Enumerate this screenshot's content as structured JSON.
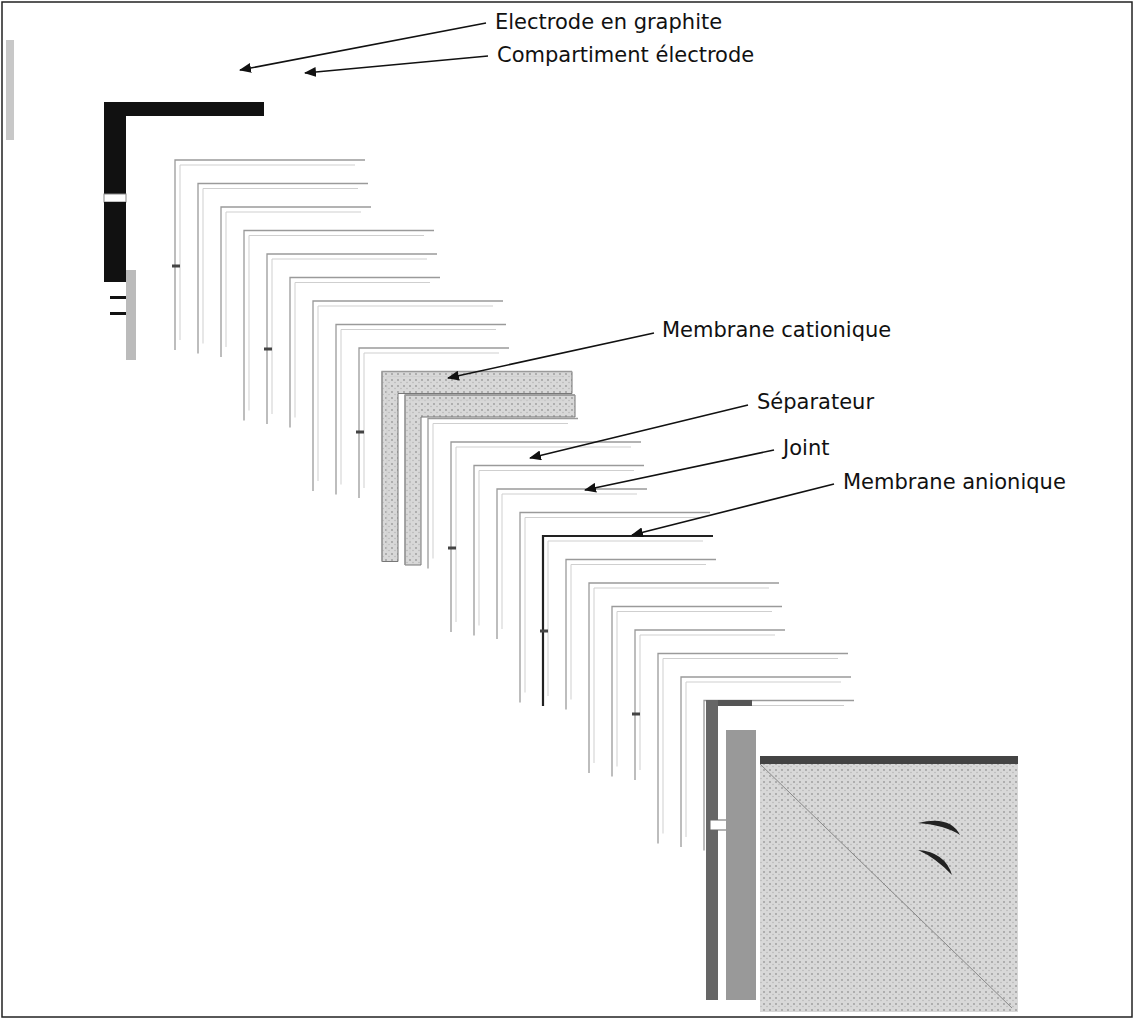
{
  "diagram": {
    "labels": [
      "Electrode en graphite",
      "Compartiment électrode",
      "Membrane cationique",
      "Séparateur",
      "Joint",
      "Membrane anionique"
    ]
  }
}
